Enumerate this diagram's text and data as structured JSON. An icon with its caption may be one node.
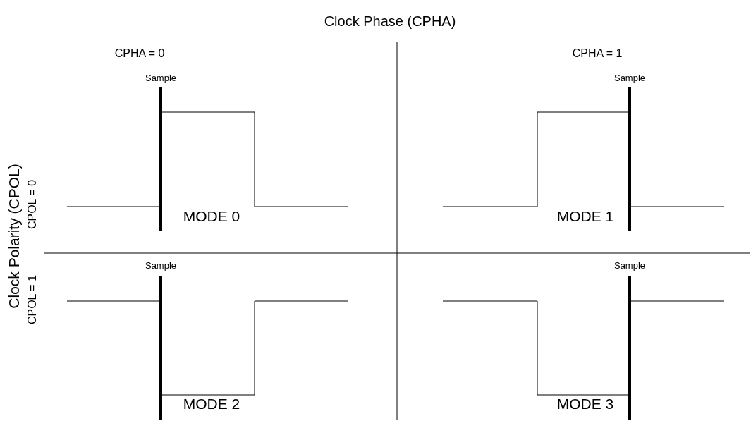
{
  "diagram": {
    "labels": [
      "Clock Phase (CPHA)",
      "CPHA = 0",
      "CPHA = 1",
      "Sample",
      "Sample",
      "CPOL = 0",
      "MODE 0",
      "MODE 1",
      "Clock Polarity (CPOL)",
      "Sample",
      "Sample",
      "CPOL = 1",
      "MODE 2",
      "MODE 3"
    ]
  }
}
